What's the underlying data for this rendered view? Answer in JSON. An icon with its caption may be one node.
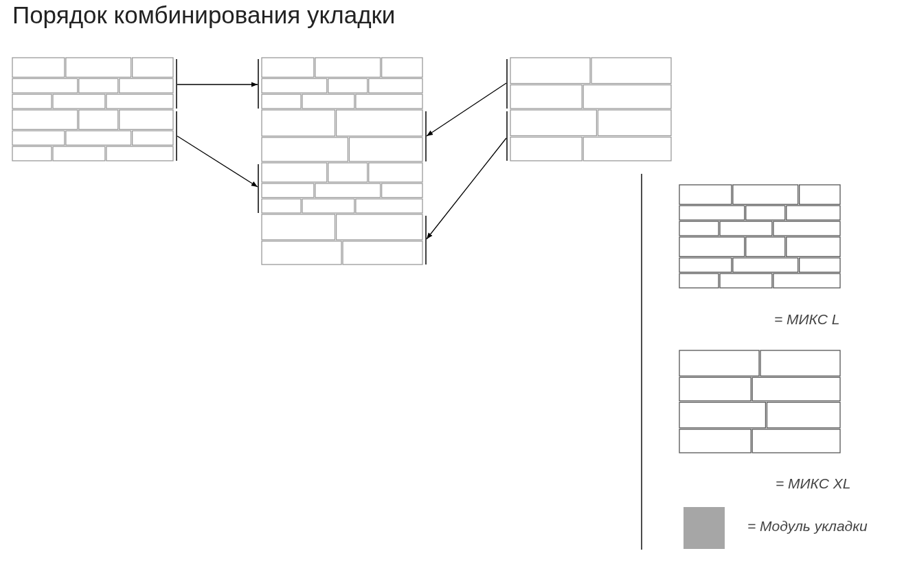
{
  "diagram": {
    "title": "Порядок комбинирования укладки",
    "nodes": [
      {
        "text": [],
        "shape": "picture"
      },
      {
        "text": [],
        "shape": "picture"
      },
      {
        "text": [],
        "shape": "picture"
      },
      {
        "text": [],
        "shape": "picture"
      },
      {
        "text": [],
        "shape": "picture"
      },
      {
        "text": [],
        "shape": "picture"
      },
      {
        "text": [],
        "shape": "picture"
      },
      {
        "text": [],
        "shape": "picture"
      }
    ],
    "edges": [
      {
        "from": 0,
        "to": 2,
        "arrow": "to"
      },
      {
        "from": 1,
        "to": 4,
        "arrow": "to"
      },
      {
        "from": 6,
        "to": 3,
        "arrow": "to"
      },
      {
        "from": 7,
        "to": 5,
        "arrow": "to"
      }
    ],
    "legend": [
      {
        "text": "= МИКС L"
      },
      {
        "text": "= МИКС XL"
      },
      {
        "text": "= Модуль укладки",
        "color": "#a6a6a6"
      }
    ]
  }
}
